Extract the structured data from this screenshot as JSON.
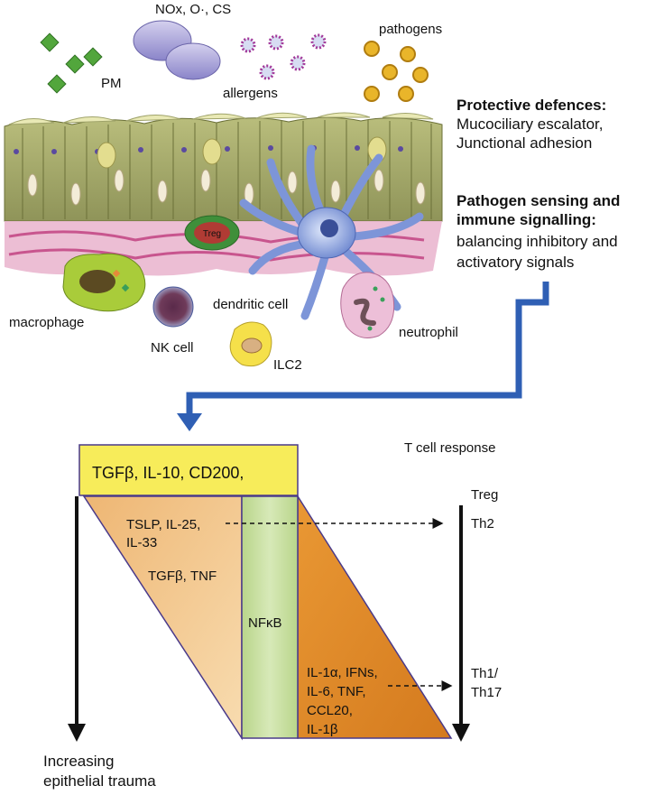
{
  "stimuli": {
    "pm": "PM",
    "oxidants": "NOx, O·, CS",
    "allergens": "allergens",
    "pathogens": "pathogens"
  },
  "defences": {
    "heading": "Protective defences:",
    "line1": "Mucociliary escalator,",
    "line2": "Junctional adhesion"
  },
  "sensing": {
    "heading1": "Pathogen sensing and",
    "heading2": "immune signalling:",
    "line1": "balancing inhibitory and",
    "line2": "activatory signals"
  },
  "cells": {
    "treg": "Treg",
    "macrophage": "macrophage",
    "nk": "NK cell",
    "dendritic": "dendritic cell",
    "ilc2": "ILC2",
    "neutrophil": "neutrophil"
  },
  "signals": {
    "inhibitory": "TGFβ, IL-10, CD200,",
    "early1": "TSLP, IL-25,",
    "early2": "IL-33",
    "mid": "TGFβ, TNF",
    "nfkb": "NFκB",
    "late1": "IL-1α, IFNs,",
    "late2": "IL-6, TNF,",
    "late3": "CCL20,",
    "late4": "IL-1β"
  },
  "tcell": {
    "header": "T cell response",
    "treg": "Treg",
    "th2": "Th2",
    "th1a": "Th1/",
    "th1b": "Th17"
  },
  "trauma": {
    "line1": "Increasing",
    "line2": "epithelial trauma"
  },
  "colors": {
    "arrow_blue": "#2f5fb4",
    "yellow_box": "#f7ec5a",
    "tan_triangle": "#f2c98e",
    "nfkb_green": "#c7dfa0",
    "orange_triangle": "#df8b2c",
    "epithelium": "#a9ad6e",
    "submucosa_pink": "#e7a9c8"
  }
}
